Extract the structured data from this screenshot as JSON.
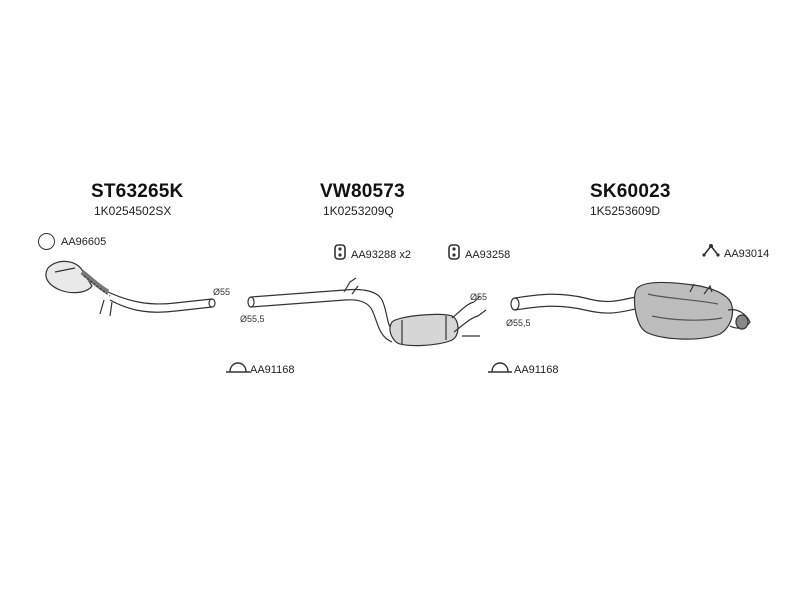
{
  "sections": [
    {
      "code": "ST63265K",
      "oe": "1K0254502SX"
    },
    {
      "code": "VW80573",
      "oe": "1K0253209Q"
    },
    {
      "code": "SK60023",
      "oe": "1K5253609D"
    }
  ],
  "parts": {
    "ring": "AA96605",
    "hanger_a": "AA93288 x2",
    "hanger_b": "AA93258",
    "bracket": "AA93014",
    "clamp_left": "AA91168",
    "clamp_right": "AA91168"
  },
  "dims": {
    "front_out": "Ø55",
    "mid_in": "Ø55,5",
    "mid_out": "Ø55",
    "rear_in": "Ø55,5"
  }
}
